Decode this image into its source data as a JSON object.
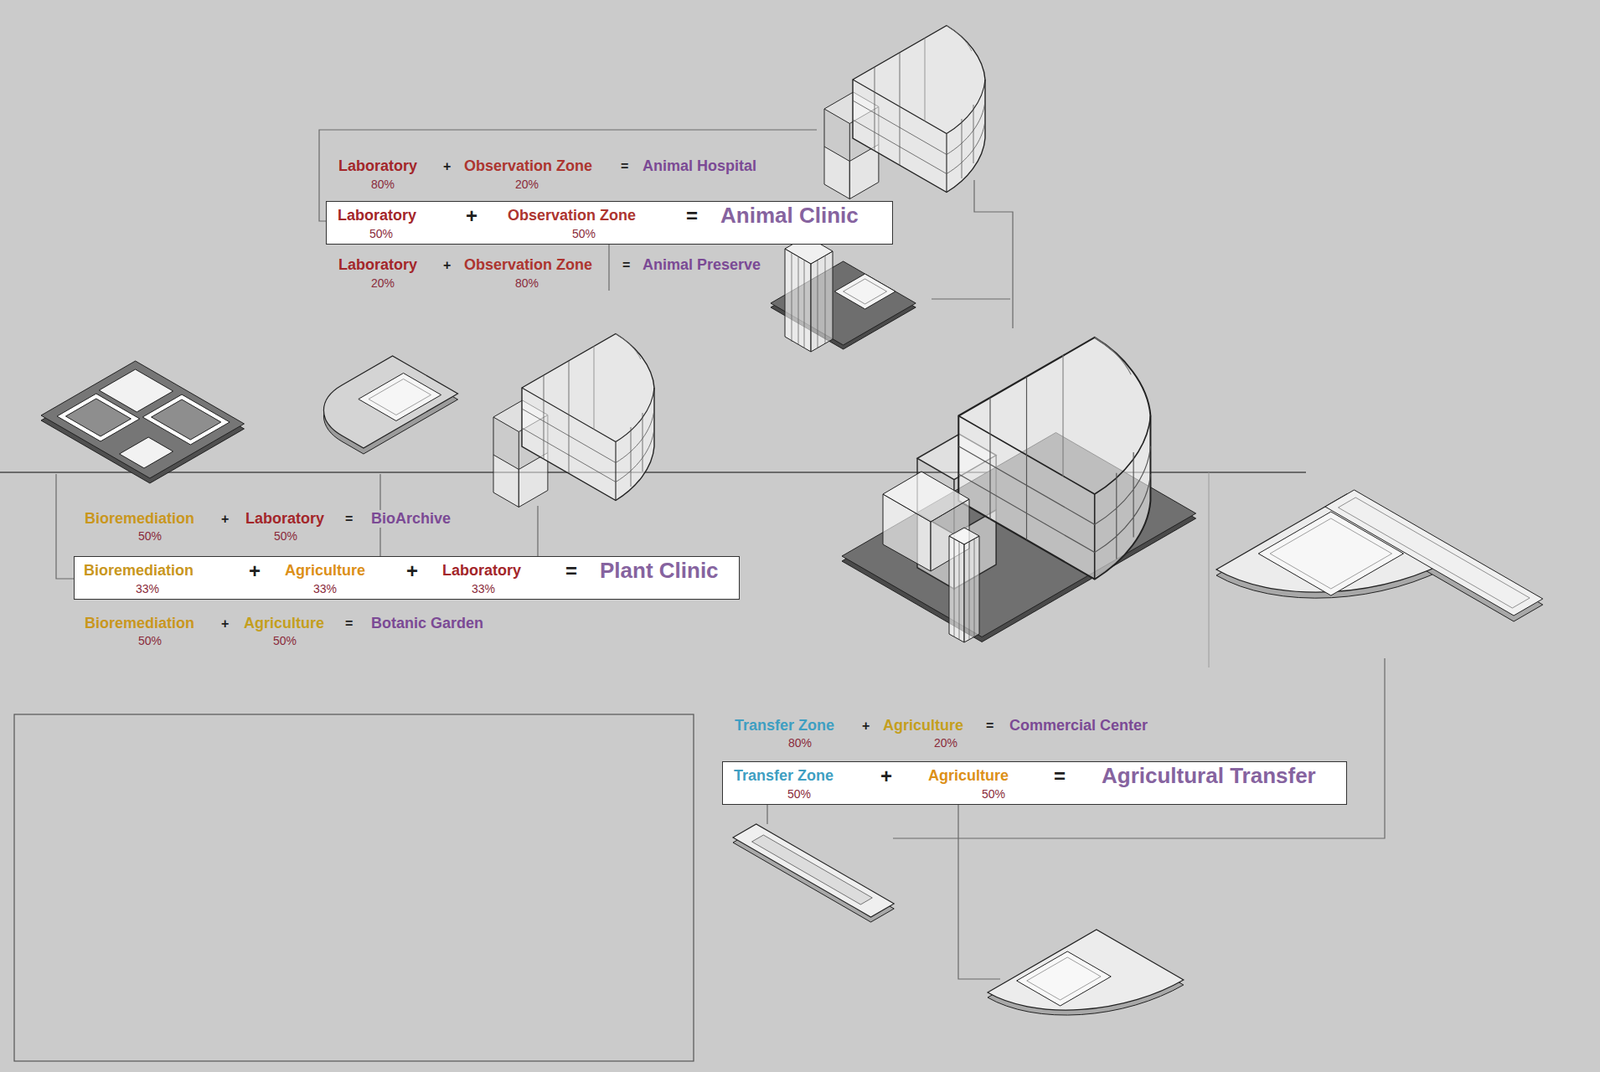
{
  "diagram": {
    "nodes": [
      {
        "text": [
          "Laboratory",
          "50%",
          "+",
          "Observation Zone",
          "50%",
          "=",
          "Animal Clinic"
        ]
      },
      {
        "text": [
          "Bioremediation",
          "33%",
          "+",
          "Agriculture",
          "33%",
          "+",
          "Laboratory",
          "33%",
          "=",
          "Plant Clinic"
        ]
      },
      {
        "text": [
          "Transfer Zone",
          "50%",
          "+",
          "Agriculture",
          "50%",
          "=",
          "Agricultural Transfer"
        ]
      }
    ],
    "labels": [
      "Laboratory",
      "80%",
      "+",
      "Observation Zone",
      "20%",
      "=",
      "Animal Hospital",
      "Laboratory",
      "20%",
      "+",
      "Observation Zone",
      "80%",
      "=",
      "Animal Preserve",
      "Bioremediation",
      "50%",
      "+",
      "Laboratory",
      "50%",
      "=",
      "BioArchive",
      "Bioremediation",
      "50%",
      "+",
      "Agriculture",
      "50%",
      "=",
      "Botanic Garden",
      "Transfer Zone",
      "80%",
      "+",
      "Agriculture",
      "20%",
      "=",
      "Commercial Center"
    ]
  }
}
